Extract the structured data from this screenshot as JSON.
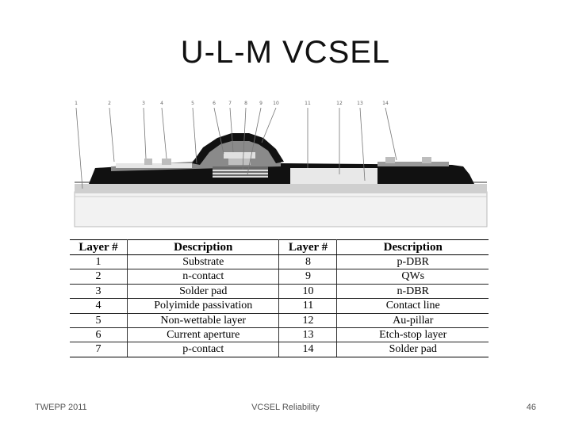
{
  "slide": {
    "title": "U-L-M VCSEL",
    "footer_left": "TWEPP 2011",
    "footer_center": "VCSEL Reliability",
    "page_number": "46"
  },
  "figure": {
    "callout_numbers": [
      "1",
      "2",
      "3",
      "4",
      "5",
      "6",
      "7",
      "8",
      "9",
      "10",
      "11",
      "12",
      "13",
      "14"
    ]
  },
  "table": {
    "headers": [
      "Layer #",
      "Description",
      "Layer #",
      "Description"
    ],
    "rows": [
      [
        "1",
        "Substrate",
        "8",
        "p-DBR"
      ],
      [
        "2",
        "n-contact",
        "9",
        "QWs"
      ],
      [
        "3",
        "Solder pad",
        "10",
        "n-DBR"
      ],
      [
        "4",
        "Polyimide passivation",
        "11",
        "Contact line"
      ],
      [
        "5",
        "Non-wettable layer",
        "12",
        "Au-pillar"
      ],
      [
        "6",
        "Current aperture",
        "13",
        "Etch-stop layer"
      ],
      [
        "7",
        "p-contact",
        "14",
        "Solder pad"
      ]
    ]
  }
}
